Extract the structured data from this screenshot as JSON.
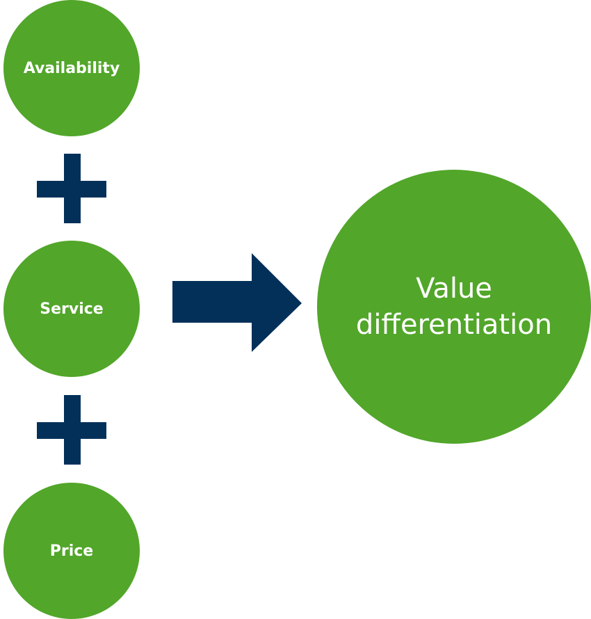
{
  "inputs": [
    {
      "label": "Availability"
    },
    {
      "label": "Service"
    },
    {
      "label": "Price"
    }
  ],
  "operators": [
    "plus",
    "plus"
  ],
  "result": {
    "line1": "Value",
    "line2": "differentiation"
  },
  "colors": {
    "circle": "#52a62a",
    "operator": "#033059",
    "text": "#ffffff"
  }
}
